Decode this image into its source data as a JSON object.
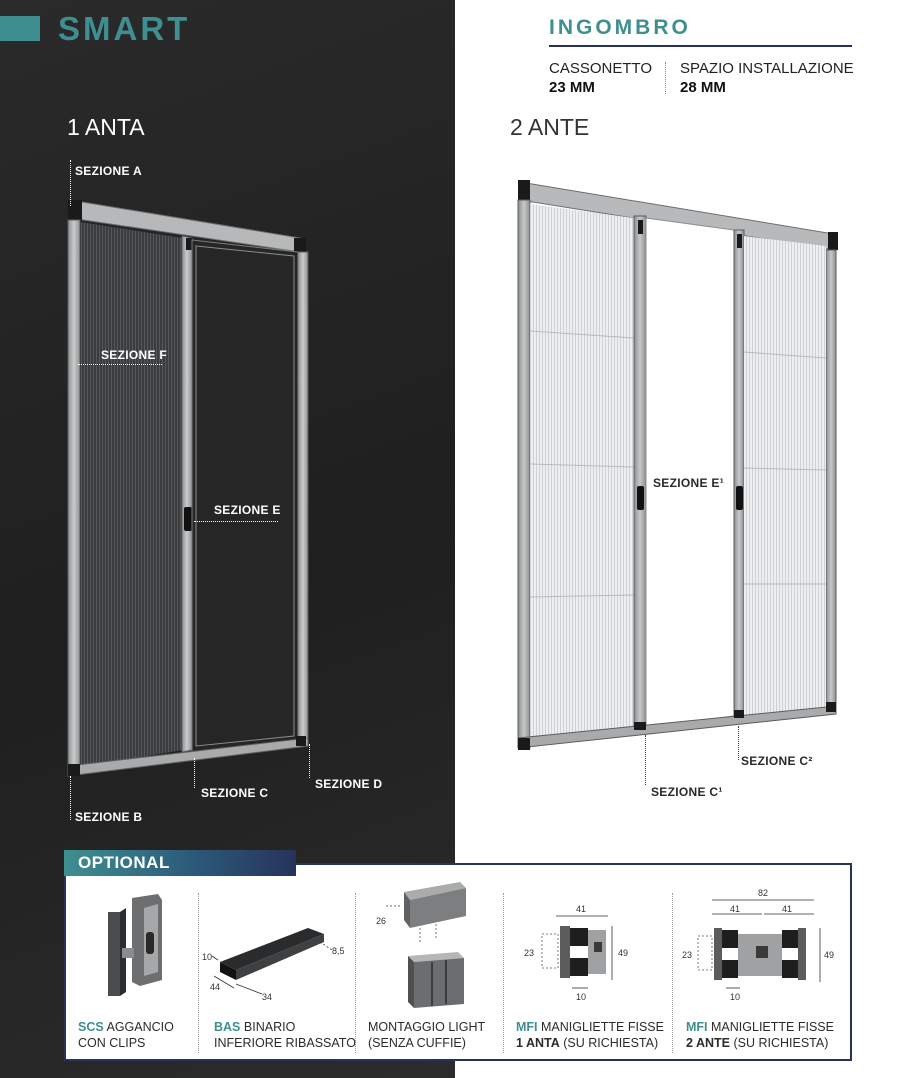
{
  "brand": "SMART",
  "ingombro": {
    "heading": "INGOMBRO",
    "cassonetto_label": "CASSONETTO",
    "cassonetto_value": "23 MM",
    "installazione_label": "SPAZIO INSTALLAZIONE",
    "installazione_value": "28 MM"
  },
  "variants": {
    "one": {
      "title": "1 ANTA",
      "sections": {
        "a": "SEZIONE A",
        "f": "SEZIONE F",
        "e": "SEZIONE E",
        "c": "SEZIONE C",
        "d": "SEZIONE D",
        "b": "SEZIONE B"
      }
    },
    "two": {
      "title": "2 ANTE",
      "sections": {
        "e1": "SEZIONE E¹",
        "c2": "SEZIONE C²",
        "c1": "SEZIONE C¹"
      }
    }
  },
  "optional": {
    "title": "OPTIONAL",
    "items": [
      {
        "code": "SCS",
        "line1": "AGGANCIO",
        "line2": "CON CLIPS"
      },
      {
        "code": "BAS",
        "line1": "BINARIO",
        "line2": "INFERIORE RIBASSATO",
        "dims": [
          "10",
          "8,5",
          "44",
          "34"
        ]
      },
      {
        "code": "",
        "line1": "MONTAGGIO LIGHT",
        "line2": "(SENZA CUFFIE)",
        "dims": [
          "26"
        ]
      },
      {
        "code": "MFI",
        "line1": "MANIGLIETTE FISSE",
        "line2_bold": "1 ANTA",
        "line2": "(SU RICHIESTA)",
        "dims": [
          "41",
          "23",
          "49",
          "10"
        ]
      },
      {
        "code": "MFI",
        "line1": "MANIGLIETTE FISSE",
        "line2_bold": "2 ANTE",
        "line2": "(SU RICHIESTA)",
        "dims": [
          "82",
          "41",
          "41",
          "23",
          "49",
          "10"
        ]
      }
    ]
  },
  "colors": {
    "teal": "#3f8f90",
    "navy": "#27335a",
    "dark_panel": "#232323"
  }
}
